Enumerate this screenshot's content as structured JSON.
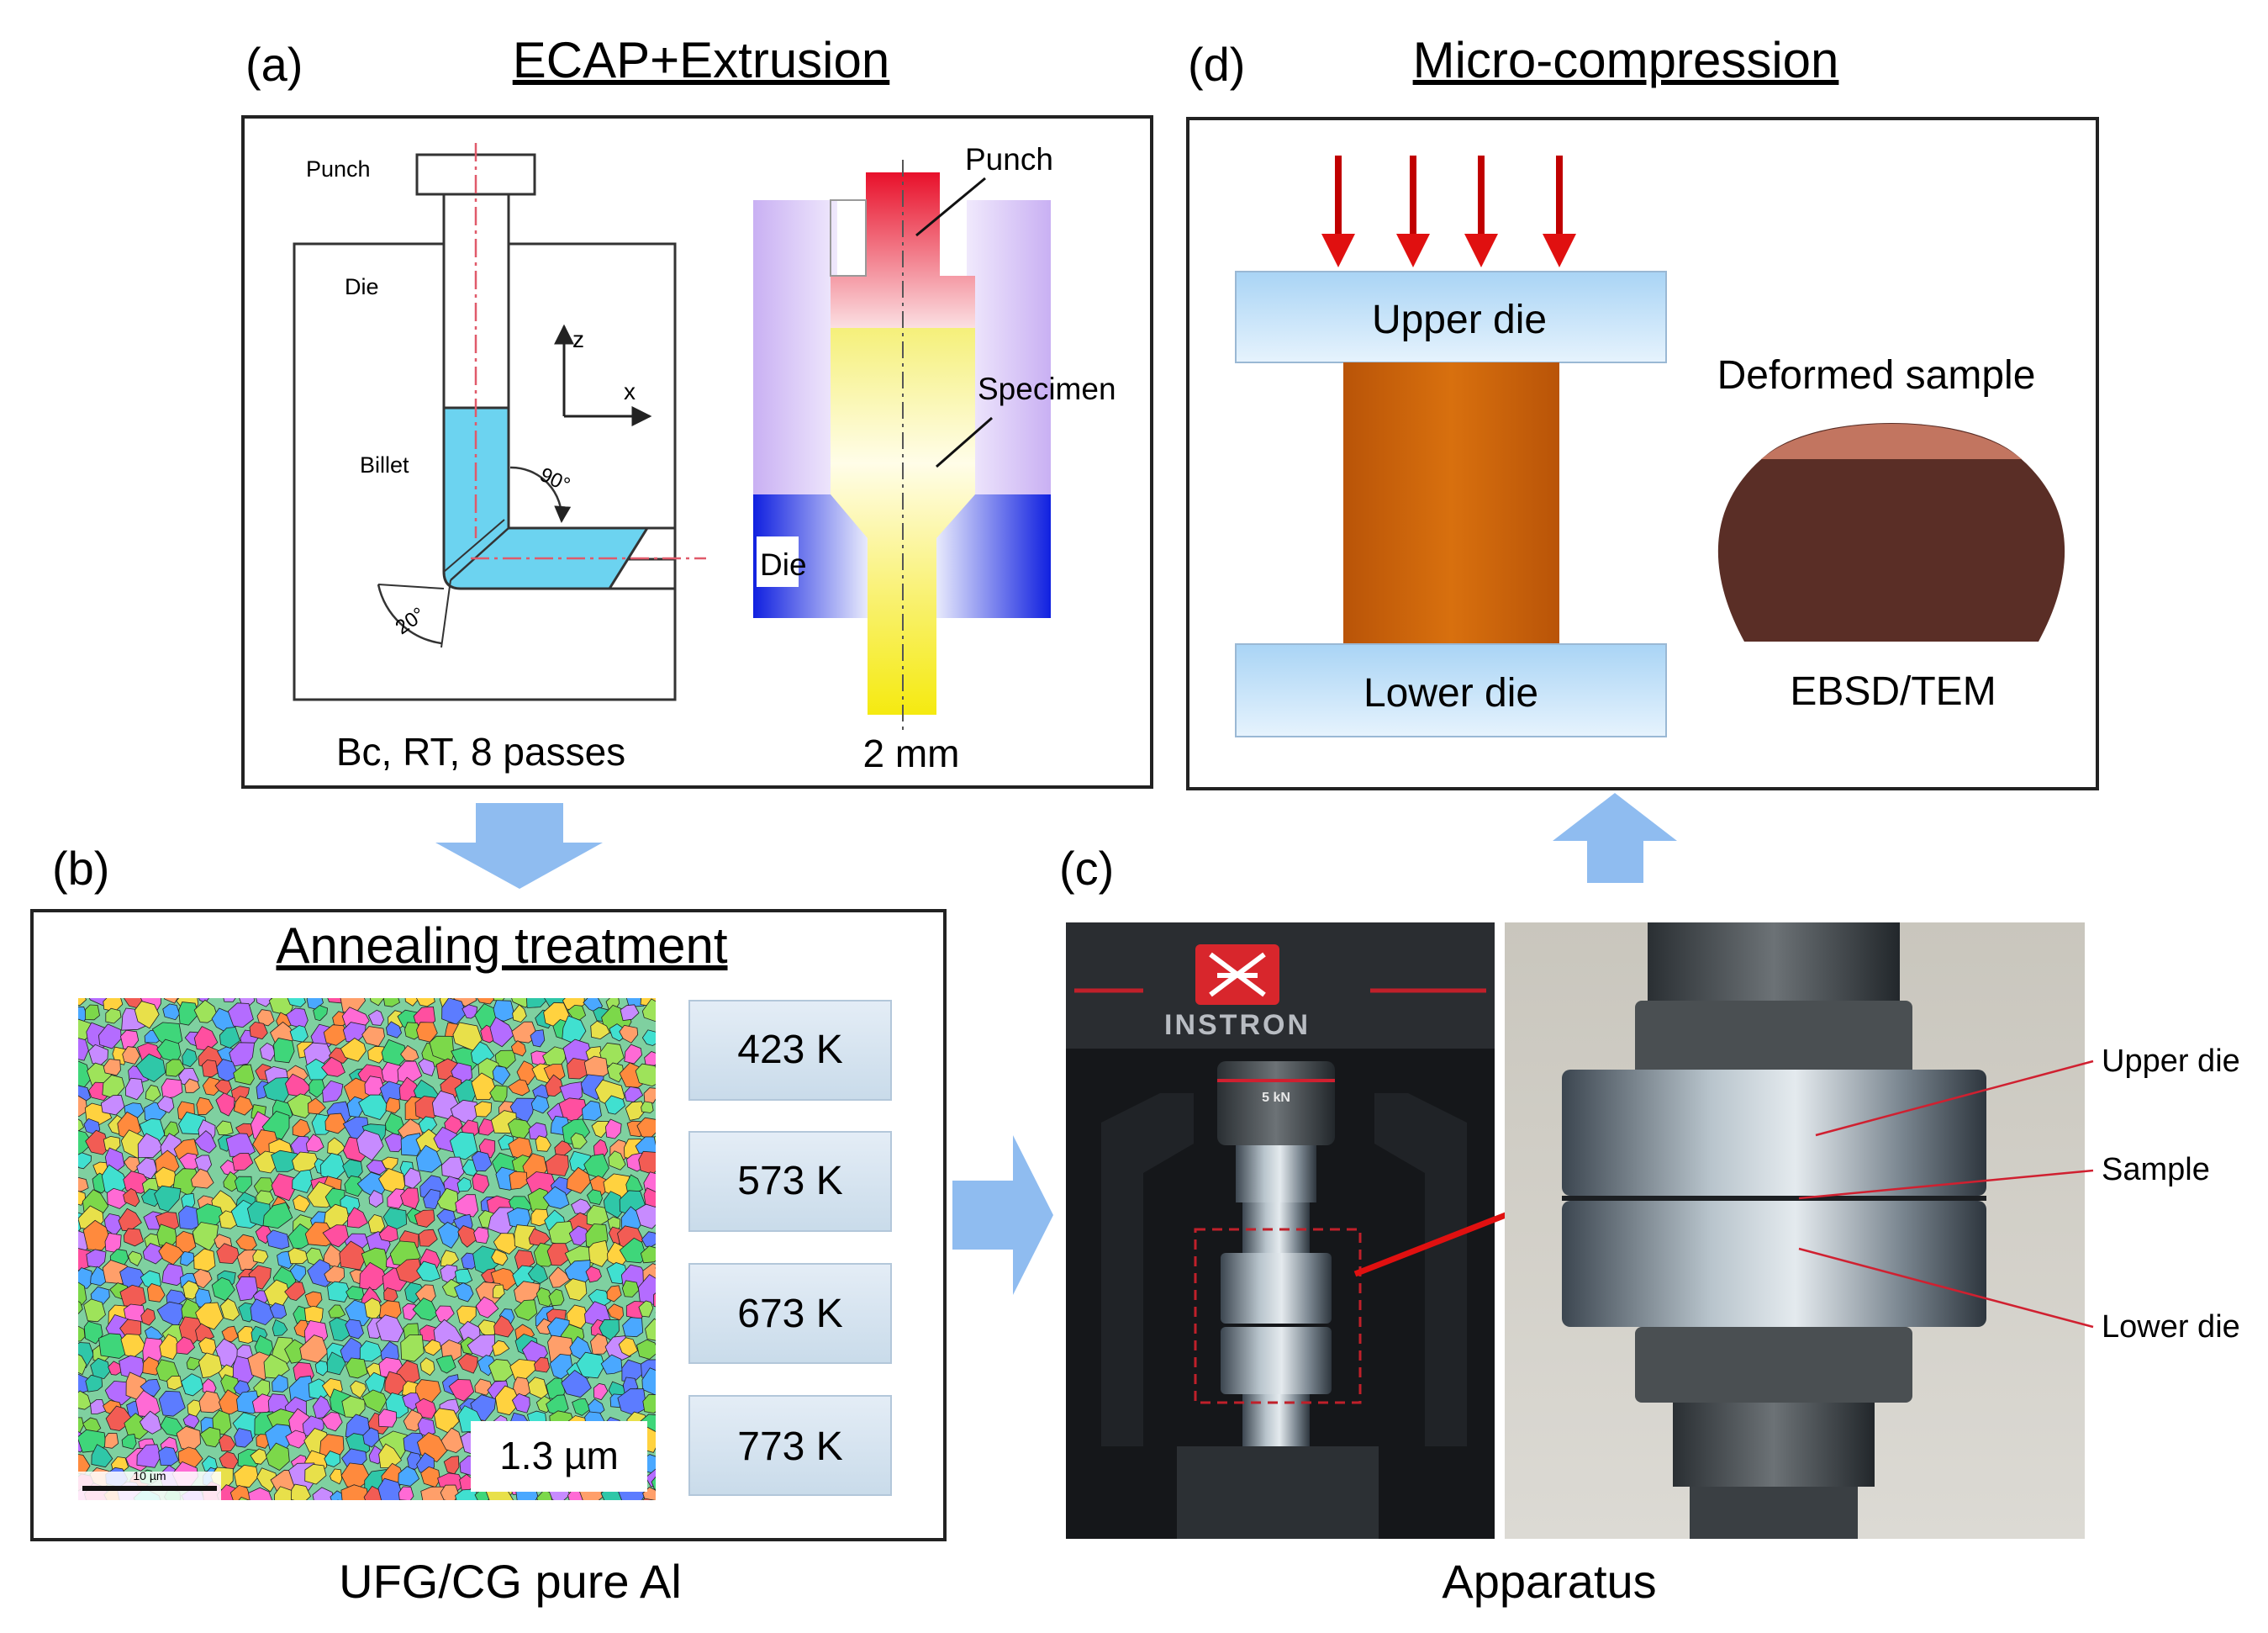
{
  "panel_a": {
    "tag": "(a)",
    "title": "ECAP+Extrusion",
    "ecap_labels": {
      "punch": "Punch",
      "die": "Die",
      "billet": "Billet",
      "z": "z",
      "x": "x",
      "angle_90": "90°",
      "angle_20": "20°"
    },
    "ecap_caption": "Bc, RT, 8 passes",
    "extrusion_labels": {
      "punch": "Punch",
      "specimen": "Specimen",
      "die": "Die"
    },
    "extrusion_caption": "2 mm"
  },
  "panel_b": {
    "tag": "(b)",
    "title": "Annealing treatment",
    "grain_size": "1.3 µm",
    "scale_bar": "10 µm",
    "temperatures": [
      "423 K",
      "573 K",
      "673 K",
      "773 K"
    ],
    "caption": "UFG/CG pure Al"
  },
  "panel_c": {
    "tag": "(c)",
    "brand": "INSTRON",
    "load_cell": "5 kN",
    "labels": {
      "upper_die": "Upper die",
      "sample": "Sample",
      "lower_die": "Lower die"
    },
    "caption": "Apparatus"
  },
  "panel_d": {
    "tag": "(d)",
    "title": "Micro-compression",
    "upper_die": "Upper die",
    "lower_die": "Lower die",
    "deformed_sample": "Deformed sample",
    "ebsd": "EBSD/TEM"
  },
  "colors": {
    "frame": "#222222",
    "billet_cyan": "#6cd3f0",
    "punch_red": "#e8102a",
    "specimen_yellow": "#f7ef1a",
    "die_blue": "#1424e0",
    "arrow_blue": "#8fbcf0",
    "compression_arrow": "#c00000",
    "sample_orange": "#c8640a",
    "deformed_brown": "#5a2e26",
    "deformed_top": "#c27560",
    "temp_box": "#d7e4f0"
  }
}
